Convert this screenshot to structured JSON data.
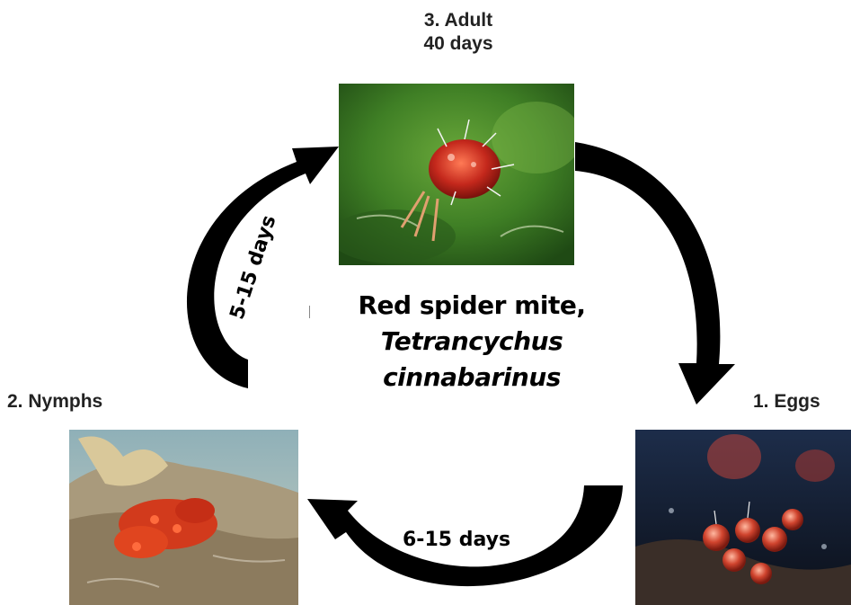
{
  "stages": {
    "adult": {
      "label_line1": "3. Adult",
      "label_line2": "40 days"
    },
    "nymphs": {
      "label": "2. Nymphs"
    },
    "eggs": {
      "label": "1. Eggs"
    }
  },
  "center": {
    "title_line1": "Red spider mite,",
    "title_line2": "Tetrancychus",
    "title_line3": "cinnabarinus"
  },
  "durations": {
    "eggs_to_nymphs": "6-15 days",
    "nymphs_to_adult": "5-15 days"
  },
  "colors": {
    "arrow": "#000000",
    "leaf_green": "#2f6b1f",
    "mite_red": "#c4281c",
    "egg_red": "#d0442e"
  }
}
